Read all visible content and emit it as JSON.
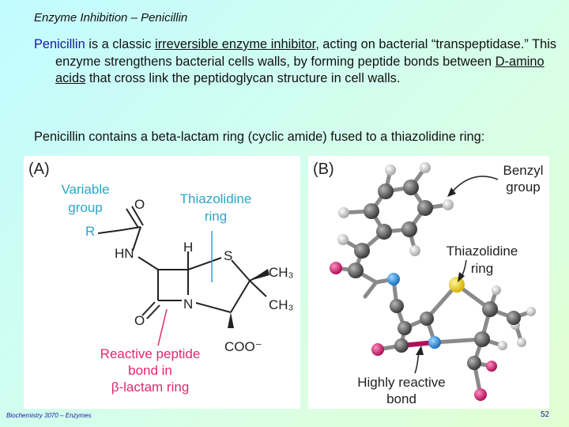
{
  "slide": {
    "title": "Enzyme Inhibition – Penicillin",
    "p1": {
      "s1": "Penicillin",
      "s2": " is a classic ",
      "s3": "irreversible enzyme inhibitor",
      "s4": ", acting on bacterial “transpeptidase.”  This enzyme strengthens bacterial cells walls, by forming peptide bonds between ",
      "s5": "D-amino acids",
      "s6": " that cross link the peptidoglycan structure in cell walls."
    },
    "p2": "Penicillin contains a beta-lactam ring (cyclic amide) fused to a thiazolidine ring:",
    "footer": "Biochemistry 3070 – Enzymes",
    "page_number": "52"
  },
  "figure_a": {
    "label": "(A)",
    "variable_group_line1": "Variable",
    "variable_group_line2": "group",
    "thiazolidine_line1": "Thiazolidine",
    "thiazolidine_line2": "ring",
    "atoms": {
      "o_top": "O",
      "r": "R",
      "hn": "HN",
      "h": "H",
      "s": "S",
      "ch3_top": "CH₃",
      "ch3_bottom": "CH₃",
      "n": "N",
      "o_bottom": "O",
      "coo": "COO⁻"
    },
    "reactive_line1": "Reactive peptide",
    "reactive_line2": "bond in",
    "reactive_line3": "β-lactam ring"
  },
  "figure_b": {
    "label": "(B)",
    "benzyl_line1": "Benzyl",
    "benzyl_line2": "group",
    "thiazolidine_line1": "Thiazolidine",
    "thiazolidine_line2": "ring",
    "reactive_line1": "Highly reactive",
    "reactive_line2": "bond"
  },
  "colors": {
    "accent_blue": "#1a1aa0",
    "label_cyan": "#2aa6c8",
    "label_pink": "#e0286e",
    "atom_carbon": "#555555",
    "atom_oxygen": "#d0246a",
    "atom_nitrogen": "#2290e0",
    "atom_sulfur": "#f2d21a"
  }
}
